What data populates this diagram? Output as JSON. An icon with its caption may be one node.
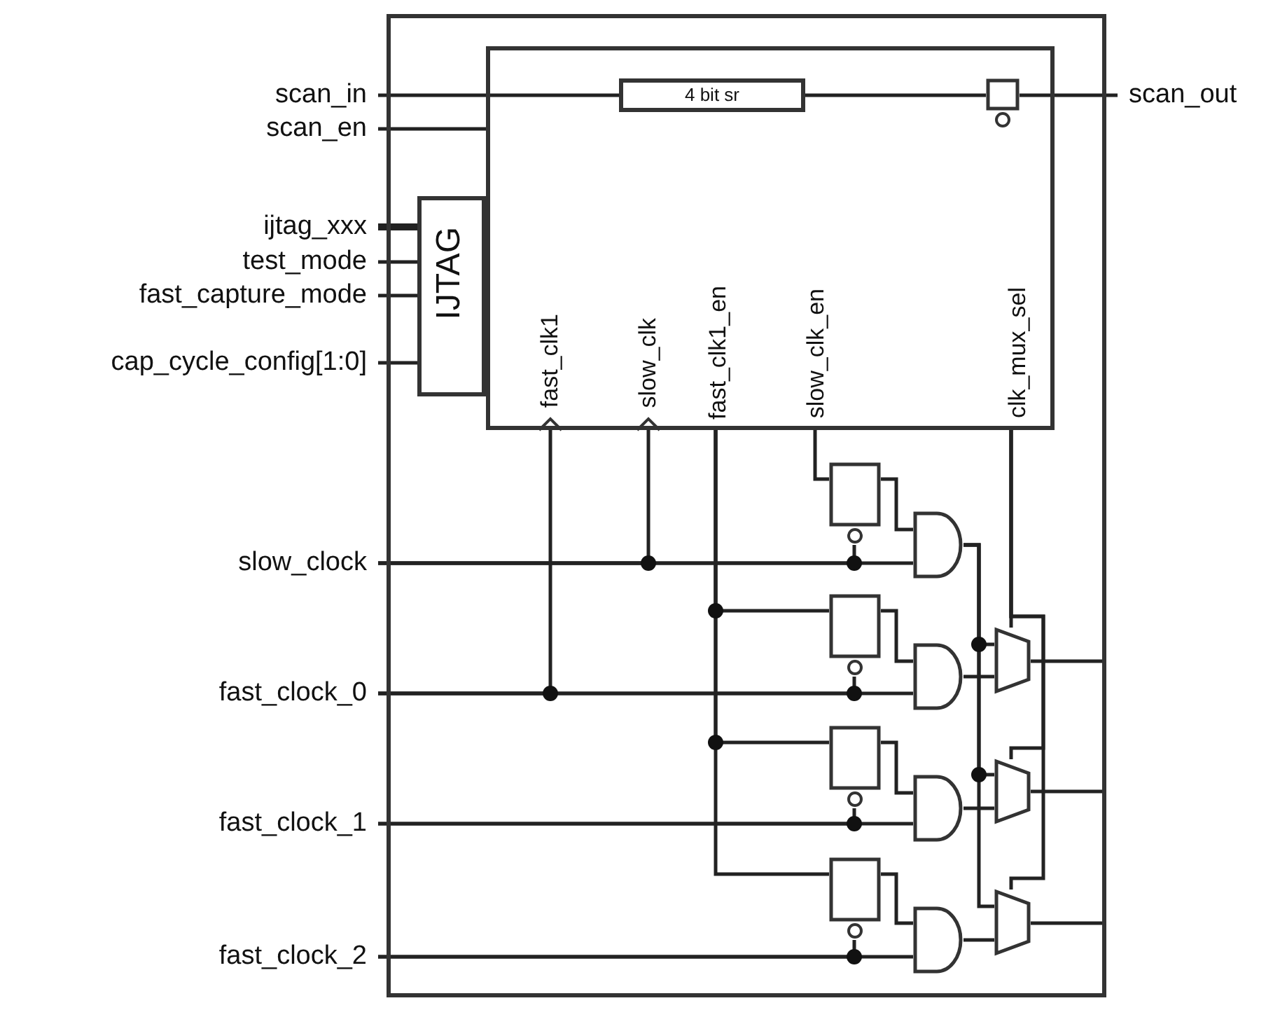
{
  "diagram": {
    "nodes": [
      {
        "text": [],
        "shape": "box"
      },
      {
        "text": [
          "fast_clk1",
          "slow_clk",
          "fast_clk1_en",
          "slow_clk_en",
          "clk_mux_sel"
        ],
        "in": 0
      },
      {
        "text": [
          "4 bit sr"
        ],
        "in": 1
      },
      {
        "text": [],
        "shape": "box",
        "in": 1
      },
      {
        "text": [
          "IJTAG"
        ],
        "in": 0
      },
      {
        "text": [],
        "shape": "box",
        "in": 0
      },
      {
        "text": [],
        "shape": "box",
        "in": 0
      },
      {
        "text": [],
        "shape": "box",
        "in": 0
      },
      {
        "text": [],
        "shape": "box",
        "in": 0
      },
      {
        "text": [],
        "shape": "gate",
        "in": 0
      },
      {
        "text": [],
        "shape": "gate",
        "in": 0
      },
      {
        "text": [],
        "shape": "gate",
        "in": 0
      },
      {
        "text": [],
        "shape": "gate",
        "in": 0
      },
      {
        "text": [],
        "shape": "trapezoid",
        "in": 0
      },
      {
        "text": [],
        "shape": "trapezoid",
        "in": 0
      },
      {
        "text": [],
        "shape": "trapezoid",
        "in": 0
      },
      {
        "text": [
          "scan_in"
        ]
      },
      {
        "text": [
          "scan_en"
        ]
      },
      {
        "text": [
          "ijtag_xxx"
        ]
      },
      {
        "text": [
          "test_mode"
        ]
      },
      {
        "text": [
          "fast_capture_mode"
        ]
      },
      {
        "text": [
          "cap_cycle_config[1:0]"
        ]
      },
      {
        "text": [
          "scan_out"
        ]
      },
      {
        "text": [
          "slow_clock"
        ]
      },
      {
        "text": [
          "fast_clock_0"
        ]
      },
      {
        "text": [
          "fast_clock_1"
        ]
      },
      {
        "text": [
          "fast_clock_2"
        ]
      }
    ],
    "edges": [
      {
        "from": 16,
        "to": 2,
        "arrow": "none"
      },
      {
        "from": 2,
        "to": 3,
        "arrow": "none"
      },
      {
        "from": 3,
        "to": 22,
        "arrow": "none"
      },
      {
        "from": 17,
        "to": 1,
        "arrow": "none"
      },
      {
        "from": 18,
        "to": 4,
        "arrow": "none",
        "style": "thick"
      },
      {
        "from": 19,
        "to": 4,
        "arrow": "none"
      },
      {
        "from": 20,
        "to": 4,
        "arrow": "none"
      },
      {
        "from": 21,
        "to": 4,
        "arrow": "none"
      },
      {
        "from": 23,
        "to": 1,
        "arrow": "to"
      },
      {
        "from": 23,
        "to": 5,
        "arrow": "none"
      },
      {
        "from": 23,
        "to": 9,
        "arrow": "none"
      },
      {
        "from": 24,
        "to": 1,
        "arrow": "to"
      },
      {
        "from": 24,
        "to": 6,
        "arrow": "none"
      },
      {
        "from": 24,
        "to": 10,
        "arrow": "none"
      },
      {
        "from": 25,
        "to": 7,
        "arrow": "none"
      },
      {
        "from": 25,
        "to": 11,
        "arrow": "none"
      },
      {
        "from": 26,
        "to": 8,
        "arrow": "none"
      },
      {
        "from": 26,
        "to": 12,
        "arrow": "none"
      },
      {
        "from": 1,
        "to": 5,
        "arrow": "none"
      },
      {
        "from": 1,
        "to": 6,
        "arrow": "none"
      },
      {
        "from": 1,
        "to": 7,
        "arrow": "none"
      },
      {
        "from": 1,
        "to": 8,
        "arrow": "none"
      },
      {
        "from": 5,
        "to": 9,
        "arrow": "none"
      },
      {
        "from": 6,
        "to": 10,
        "arrow": "none"
      },
      {
        "from": 7,
        "to": 11,
        "arrow": "none"
      },
      {
        "from": 8,
        "to": 12,
        "arrow": "none"
      },
      {
        "from": 9,
        "to": 13,
        "arrow": "none"
      },
      {
        "from": 9,
        "to": 14,
        "arrow": "none"
      },
      {
        "from": 9,
        "to": 15,
        "arrow": "none"
      },
      {
        "from": 10,
        "to": 13,
        "arrow": "none"
      },
      {
        "from": 11,
        "to": 14,
        "arrow": "none"
      },
      {
        "from": 12,
        "to": 15,
        "arrow": "none"
      },
      {
        "from": 1,
        "to": 13,
        "arrow": "none"
      },
      {
        "from": 1,
        "to": 14,
        "arrow": "none"
      },
      {
        "from": 1,
        "to": 15,
        "arrow": "none"
      },
      {
        "from": 13,
        "to": 0,
        "arrow": "none"
      },
      {
        "from": 14,
        "to": 0,
        "arrow": "none"
      },
      {
        "from": 15,
        "to": 0,
        "arrow": "none"
      }
    ]
  }
}
